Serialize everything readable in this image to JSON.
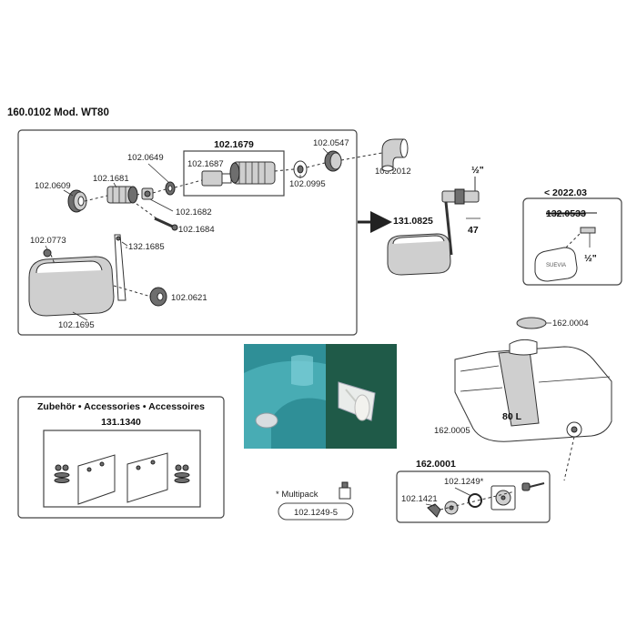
{
  "title": "160.0102 Mod. WT80",
  "main_assembly": {
    "group_label": "102.1679",
    "parts": {
      "p0649": "102.0649",
      "p0547": "102.0547",
      "p1687": "102.1687",
      "p0609": "102.0609",
      "p1681": "102.1681",
      "p0995": "102.0995",
      "p2012": "103.2012",
      "p1682": "102.1682",
      "p1684": "102.1684",
      "p0773": "102.0773",
      "p1685": "132.1685",
      "p0621": "102.0621",
      "p1695": "102.1695"
    }
  },
  "valve_assembly": {
    "label": "131.0825",
    "thread": "½\"",
    "dim": "47"
  },
  "old_version": {
    "date_label": "< 2022.03",
    "struck_label": "132.0533",
    "thread": "½\"",
    "float_text": "SUEVIA"
  },
  "accessories": {
    "heading": "Zubehör • Accessories • Accessoires",
    "label": "131.1340"
  },
  "multipack": {
    "label": "* Multipack",
    "code": "102.1249-5"
  },
  "trough": {
    "cap_label": "162.0004",
    "body_label": "162.0005",
    "capacity": "80 L"
  },
  "drain": {
    "group_label": "162.0001",
    "p1249": "102.1249*",
    "p1421": "102.1421"
  },
  "photo": {
    "left_color": "#2f8f97",
    "right_color": "#1f5a48"
  }
}
